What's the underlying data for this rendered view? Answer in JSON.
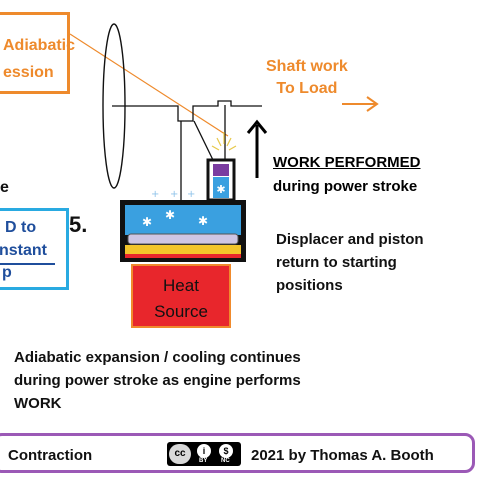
{
  "adiabatic_box": {
    "line1": "Adiabatic",
    "line2": "ession"
  },
  "shaft": {
    "line1": "Shaft work",
    "line2": "To Load"
  },
  "left_fragment": "e",
  "constant_box": {
    "line1": "D to",
    "line2": "nstant",
    "line3": "p"
  },
  "step_number": "5.",
  "work": {
    "title": "WORK PERFORMED",
    "subtitle": "during power stroke"
  },
  "displacer": {
    "line1": "Displacer and piston",
    "line2": "return to starting",
    "line3": "positions"
  },
  "heat_source": {
    "line1": "Heat",
    "line2": "Source"
  },
  "expansion": {
    "line1": "Adiabatic expansion / cooling continues",
    "line2": "during power stroke as engine performs",
    "line3": "WORK"
  },
  "footer": {
    "left": "Contraction",
    "license_badge": "cc",
    "license_icons": [
      "i",
      "$"
    ],
    "license_labels": [
      "BY",
      "NC"
    ],
    "copyright": "2021 by Thomas A. Booth"
  },
  "colors": {
    "orange": "#ee8a2c",
    "blue": "#29aae1",
    "navy": "#1f4e9c",
    "red": "#e8262c",
    "purple": "#9b59b6",
    "water": "#3aa0e0",
    "piston": "#cfc6e4",
    "yellow": "#f3c52b"
  }
}
